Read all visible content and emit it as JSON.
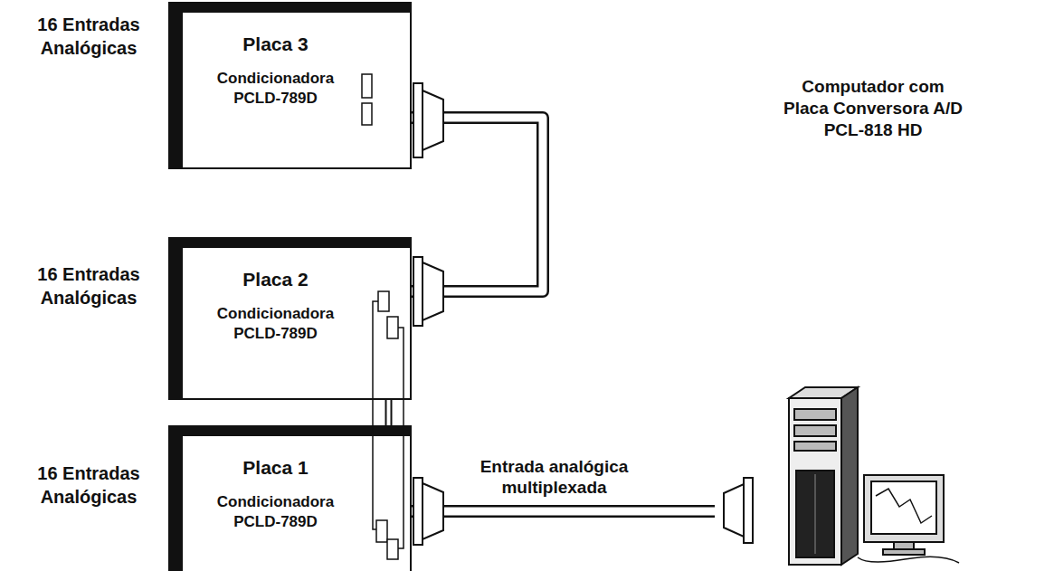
{
  "diagram": {
    "nodes": [
      {
        "text": [
          "Placa 3",
          "Condicionadora PCLD-789D"
        ]
      },
      {
        "text": [
          "Placa 2",
          "Condicionadora PCLD-789D"
        ]
      },
      {
        "text": [
          "Placa 1",
          "Condicionadora PCLD-789D"
        ]
      },
      {
        "text": [
          "Computador com Placa Conversora A/D PCL-818 HD"
        ]
      }
    ],
    "edges": [
      {
        "from": 0,
        "to": 1,
        "arrow": "none"
      },
      {
        "from": 1,
        "to": 2,
        "arrow": "none"
      },
      {
        "from": 2,
        "to": 3,
        "arrow": "none",
        "label": "Entrada analógica multiplexada"
      }
    ],
    "labels": [
      "16 Entradas Analógicas",
      "16 Entradas Analógicas",
      "16 Entradas Analógicas"
    ]
  }
}
